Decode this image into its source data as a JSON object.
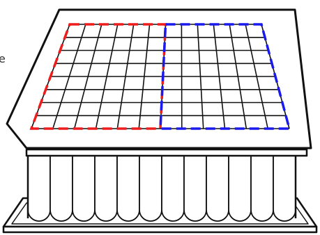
{
  "edge_text": "e",
  "colors": {
    "outline": "#111111",
    "fill": "#ffffff",
    "grid_line": "#111111",
    "left_boundary": "#ee1c1c",
    "right_boundary": "#1a1aee"
  },
  "grid": {
    "columns": 12,
    "rows": 8,
    "split_after_column": 6
  },
  "columns_below": {
    "count": 12
  },
  "labels": {}
}
